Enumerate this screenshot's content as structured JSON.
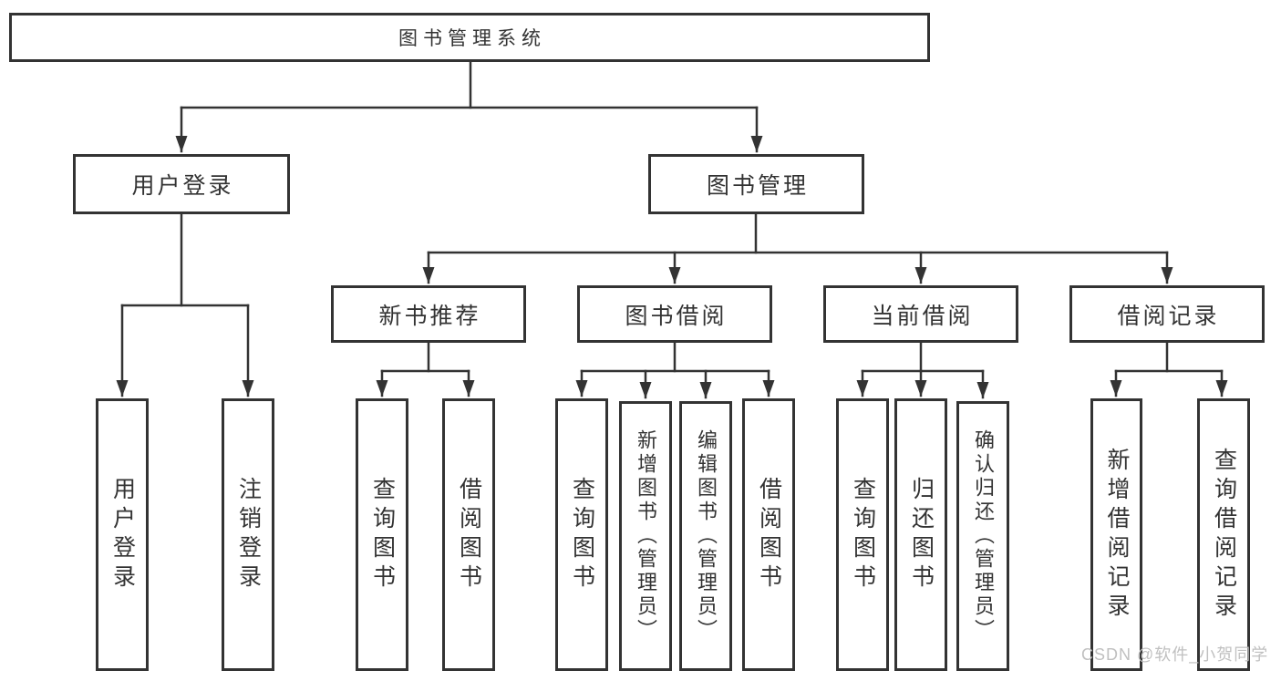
{
  "diagram_type": "hierarchy-tree",
  "colors": {
    "line": "#333333",
    "box_border": "#333333",
    "text": "#333333",
    "background": "#ffffff",
    "watermark": "#c0c0c0"
  },
  "tree": {
    "label": "图书管理系统",
    "children": [
      {
        "label": "用户登录",
        "children": [
          {
            "label": "用户登录"
          },
          {
            "label": "注销登录"
          }
        ]
      },
      {
        "label": "图书管理",
        "children": [
          {
            "label": "新书推荐",
            "children": [
              {
                "label": "查询图书"
              },
              {
                "label": "借阅图书"
              }
            ]
          },
          {
            "label": "图书借阅",
            "children": [
              {
                "label": "查询图书"
              },
              {
                "label": "新增图书（管理员）"
              },
              {
                "label": "编辑图书（管理员）"
              },
              {
                "label": "借阅图书"
              }
            ]
          },
          {
            "label": "当前借阅",
            "children": [
              {
                "label": "查询图书"
              },
              {
                "label": "归还图书"
              },
              {
                "label": "确认归还（管理员）"
              }
            ]
          },
          {
            "label": "借阅记录",
            "children": [
              {
                "label": "新增借阅记录"
              },
              {
                "label": "查询借阅记录"
              }
            ]
          }
        ]
      }
    ]
  },
  "watermark": {
    "text": "CSDN @软件_小贺同学"
  }
}
